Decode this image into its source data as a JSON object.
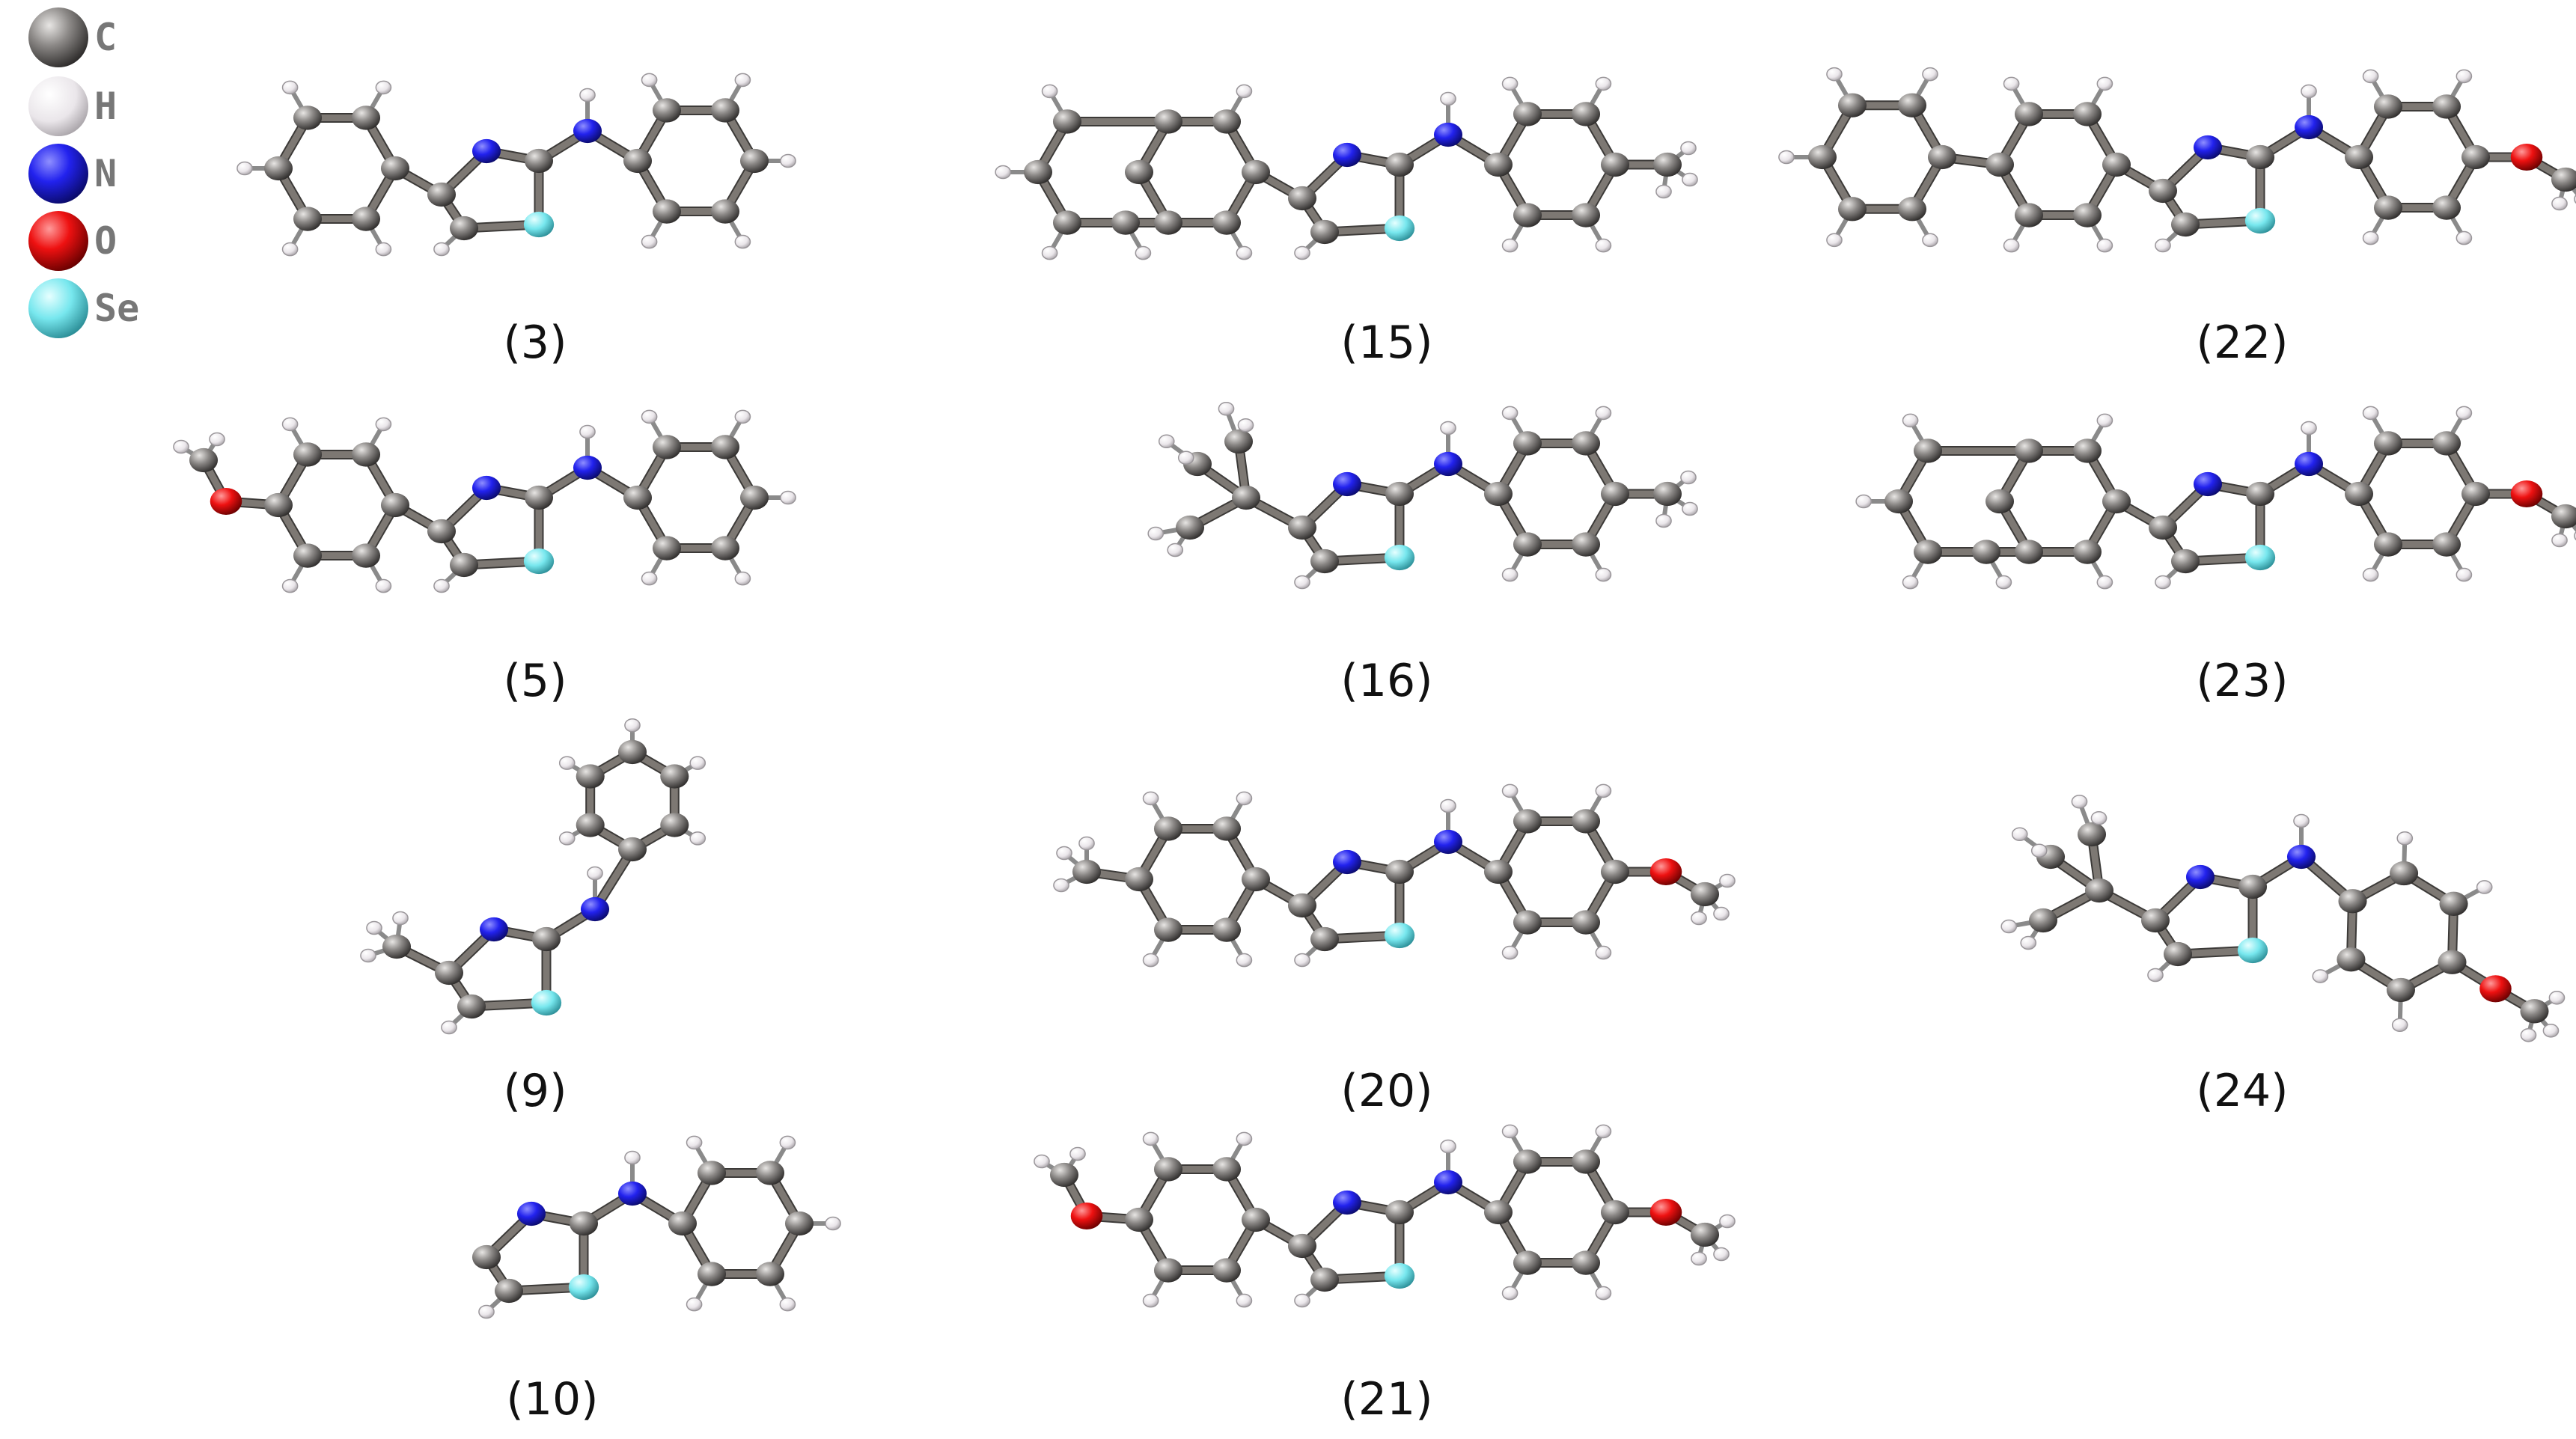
{
  "colors": {
    "C": "#7a7776",
    "H": "#ece8ec",
    "N": "#2222ee",
    "O": "#ee1111",
    "Se": "#77e7ee",
    "bond": "#7d7873"
  },
  "legend": [
    {
      "symbol": "C",
      "color_key": "C"
    },
    {
      "symbol": "H",
      "color_key": "H"
    },
    {
      "symbol": "N",
      "color_key": "N"
    },
    {
      "symbol": "O",
      "color_key": "O"
    },
    {
      "symbol": "Se",
      "color_key": "Se"
    }
  ],
  "structures": [
    {
      "id": "3",
      "label": "(3)",
      "head": "benzene",
      "amine": "phenyl"
    },
    {
      "id": "15",
      "label": "(15)",
      "head": "naphthyl",
      "amine": "tolyl"
    },
    {
      "id": "22",
      "label": "(22)",
      "head": "biphenyl",
      "amine": "anisyl"
    },
    {
      "id": "5",
      "label": "(5)",
      "head": "anisyl",
      "amine": "phenyl"
    },
    {
      "id": "16",
      "label": "(16)",
      "head": "tbutyl",
      "amine": "tolyl"
    },
    {
      "id": "23",
      "label": "(23)",
      "head": "naphthyl",
      "amine": "anisyl"
    },
    {
      "id": "9",
      "label": "(9)",
      "head": "methyl",
      "amine": "phenyl-up"
    },
    {
      "id": "20",
      "label": "(20)",
      "head": "tolyl",
      "amine": "anisyl"
    },
    {
      "id": "24",
      "label": "(24)",
      "head": "tbutyl",
      "amine": "anisyl-down"
    },
    {
      "id": "10",
      "label": "(10)",
      "head": "none",
      "amine": "phenyl"
    },
    {
      "id": "21",
      "label": "(21)",
      "head": "anisyl",
      "amine": "anisyl"
    }
  ]
}
